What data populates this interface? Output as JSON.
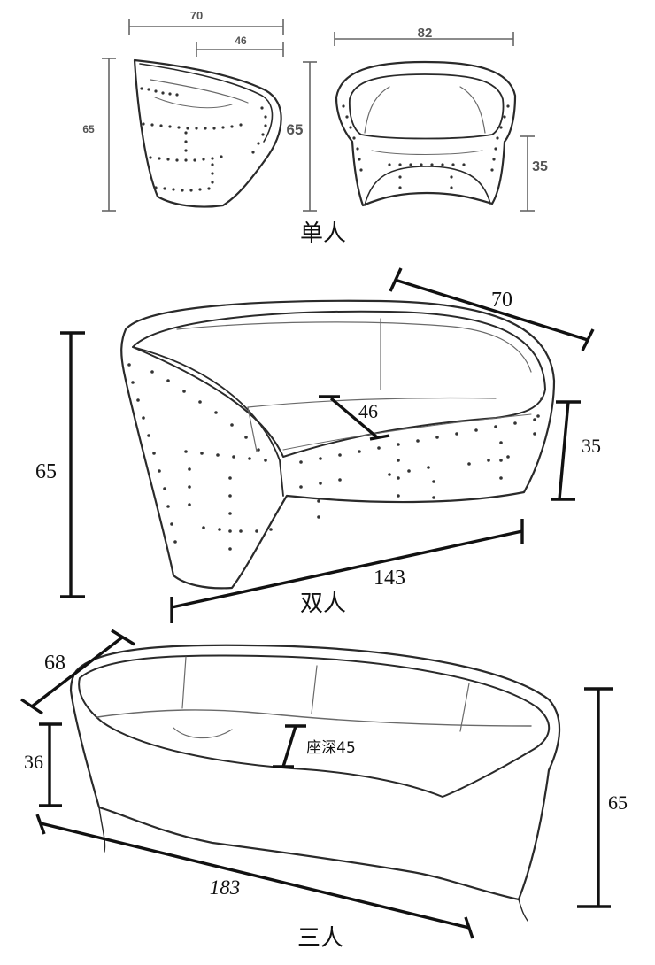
{
  "single": {
    "caption": "单人",
    "dims": {
      "width_top": "70",
      "seat_depth": "46",
      "height_side": "65",
      "height_front": "65",
      "width_front": "82",
      "seat_height": "35"
    }
  },
  "double": {
    "caption": "双人",
    "dims": {
      "depth": "70",
      "seat_depth": "46",
      "seat_height": "35",
      "height": "65",
      "width": "143"
    }
  },
  "triple": {
    "caption": "三人",
    "dims": {
      "depth": "68",
      "seat_height": "36",
      "seat_depth": "座深45",
      "height": "65",
      "width": "183"
    }
  },
  "colors": {
    "ink": "#2a2a2a",
    "dimension_bar": "#111111",
    "background": "#ffffff"
  }
}
